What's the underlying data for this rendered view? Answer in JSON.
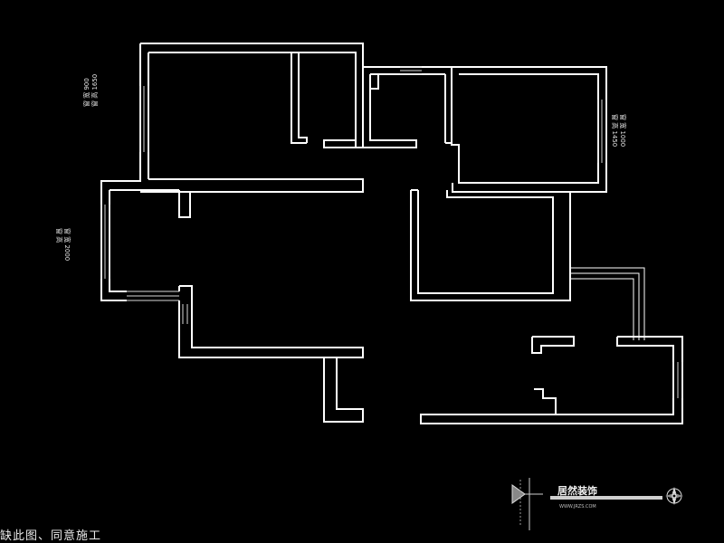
{
  "annotations": {
    "bedroom_nw": {
      "line1": "窗 宽 900",
      "line2": "窗 高 1650"
    },
    "bedroom_ne": {
      "line1": "窗 宽 1000",
      "line2": "窗 高 1450"
    },
    "living_w": {
      "line1": "窗 宽 2000",
      "line2": "窗 高"
    }
  },
  "footer": {
    "caption": "缺此图、同意施工",
    "logo_title": "居然装饰",
    "logo_subtitle": "WWW.JRZS.COM"
  },
  "colors": {
    "background": "#000000",
    "line": "#ffffff"
  },
  "icons": {
    "north_arrow": "north-arrow-icon",
    "compass": "compass-rose-icon"
  }
}
